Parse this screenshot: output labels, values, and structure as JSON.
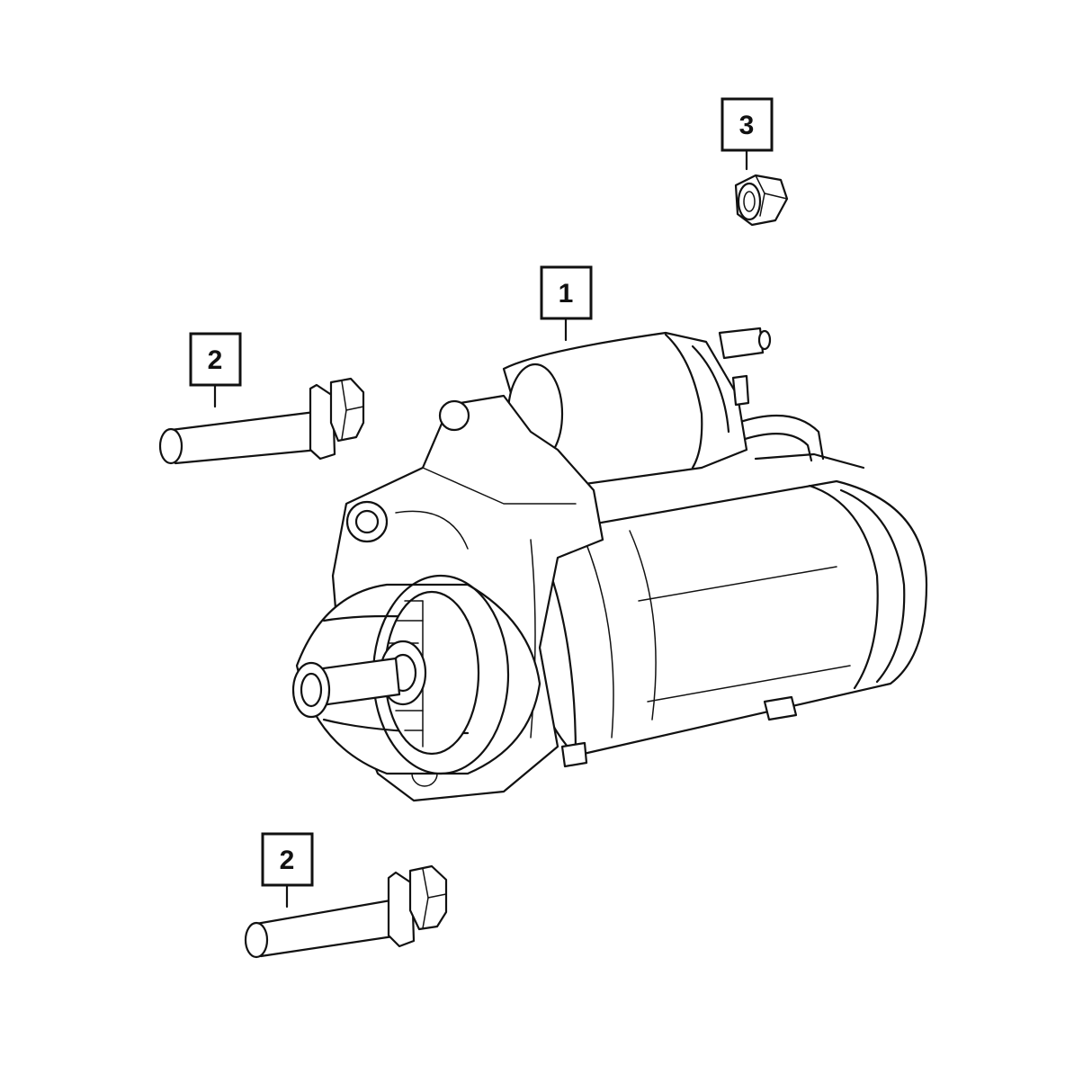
{
  "callouts": {
    "starter": "1",
    "bolt_upper": "2",
    "bolt_lower": "2",
    "nut": "3"
  }
}
